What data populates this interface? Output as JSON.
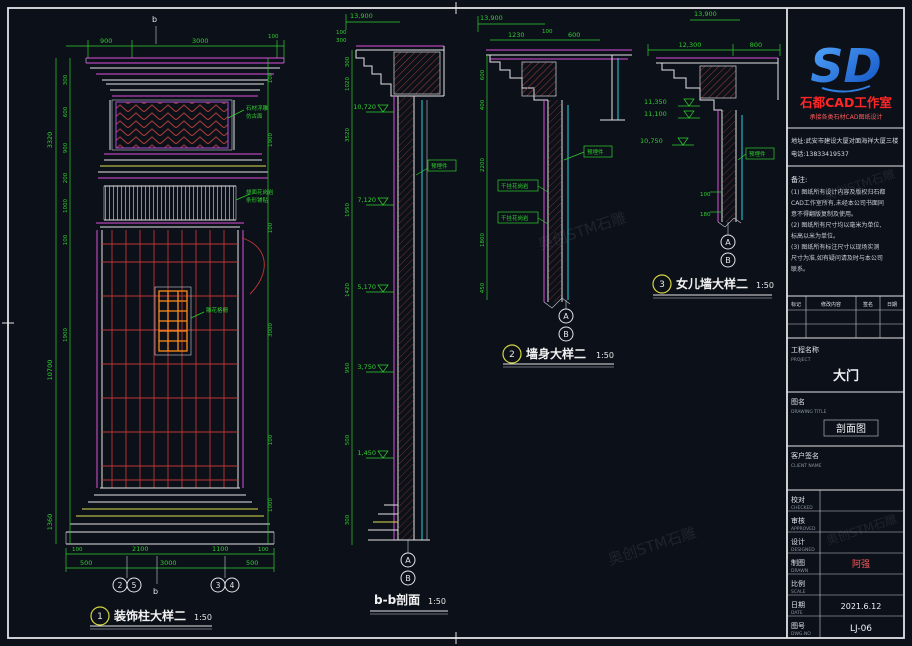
{
  "page": {
    "watermark": "奥创STM石雕"
  },
  "d1": {
    "marker_top": "b",
    "marker_bottom": "b",
    "dims_top": [
      "900",
      "3000",
      "100"
    ],
    "dims_left_outer": [
      "3320",
      "10700",
      "1360"
    ],
    "dims_left_inner": [
      "300",
      "600",
      "900",
      "200",
      "1000",
      "100",
      "1900"
    ],
    "dims_right": [
      "100",
      "1900",
      "100",
      "3000",
      "100",
      "1000"
    ],
    "dims_bottom1": [
      "100",
      "2100",
      "1100",
      "100"
    ],
    "dims_bottom2": [
      "500",
      "3000",
      "500"
    ],
    "axis_markers": [
      "2",
      "5",
      "3",
      "4"
    ],
    "ann_relief": "石材浮雕",
    "ann_relief2": "仿古面",
    "ann_band": "烧面花岗岩",
    "ann_band2": "条形铺贴",
    "ann_grille": "雕花格栅",
    "title_num": "1",
    "title": "装饰柱大样二",
    "scale": "1:50"
  },
  "bb": {
    "dim_top": "13,900",
    "dims_top_small": [
      "100",
      "300"
    ],
    "levels": [
      "10,720",
      "7,120",
      "5,170",
      "3,750",
      "1,450"
    ],
    "dims_chain": [
      "300",
      "1020",
      "3520",
      "1950",
      "1420",
      "950",
      "500",
      "300"
    ],
    "ann_embed": "预埋件",
    "marker_a": "A",
    "marker_b": "B",
    "title": "b-b剖面",
    "scale": "1:50"
  },
  "d2": {
    "dim_top": "13,900",
    "dims_top_small": [
      "1230",
      "100",
      "600"
    ],
    "dims_chain": [
      "600",
      "400",
      "2200",
      "1800",
      "450"
    ],
    "ann_stone1": "干挂花岗岩",
    "ann_stone2": "干挂花岗岩",
    "ann_embed": "预埋件",
    "marker_a": "A",
    "marker_b": "B",
    "title_num": "2",
    "title": "墙身大样二",
    "scale": "1:50"
  },
  "d3": {
    "dim_top": "13,900",
    "dims_top_small": [
      "12,300",
      "800"
    ],
    "levels": [
      "11,350",
      "11,100",
      "10,750"
    ],
    "dims_small": [
      "100",
      "180"
    ],
    "ann_embed": "预埋件",
    "marker_a": "A",
    "marker_b": "B",
    "title_num": "3",
    "title": "女儿墙大样二",
    "scale": "1:50"
  },
  "tb": {
    "logo": "SD",
    "studio": "石都CAD工作室",
    "tagline": "承接各类石材CAD图纸设计",
    "address": "地址:武安市建设大厦对面海祥大厦三楼",
    "phone": "电话:13833419537",
    "notes_label": "备注:",
    "notes": [
      "(1) 图纸所有设计内容及版权归石都",
      "CAD工作室所有,未经本公司书面同",
      "意不得翻版复制及使用。",
      "(2) 图纸所有尺寸均以毫米为单位,",
      "标高以米为单位。",
      "(3) 图纸所有标注尺寸以现场实测",
      "尺寸为准,如有疑问请及时与本公司",
      "联系。"
    ],
    "table_headers": [
      "标记",
      "修改内容",
      "签名",
      "日期"
    ],
    "project_label": "工程名称",
    "project_en": "PROJECT",
    "project_value": "大门",
    "drawing_label": "图名",
    "drawing_en": "DRAWING TITLE",
    "drawing_value": "剖面图",
    "client_label": "客户签名",
    "client_en": "CLIENT NAME",
    "rows": [
      {
        "label": "校对",
        "en": "CHECKED",
        "value": ""
      },
      {
        "label": "审核",
        "en": "APPROVED",
        "value": ""
      },
      {
        "label": "设计",
        "en": "DESIGNED",
        "value": ""
      },
      {
        "label": "制图",
        "en": "DRAWN",
        "value": "阿强"
      },
      {
        "label": "比例",
        "en": "SCALE",
        "value": ""
      },
      {
        "label": "日期",
        "en": "DATE",
        "value": "2021.6.12"
      },
      {
        "label": "图号",
        "en": "DWG.NO",
        "value": "LJ-06"
      }
    ]
  }
}
